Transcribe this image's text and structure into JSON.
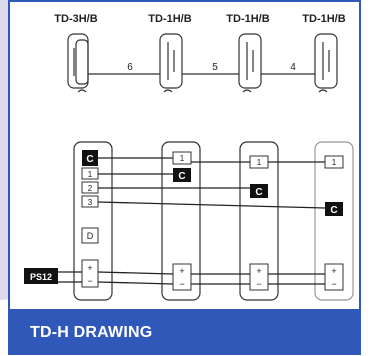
{
  "devices": [
    {
      "label": "TD-3H/B"
    },
    {
      "label": "TD-1H/B"
    },
    {
      "label": "TD-1H/B"
    },
    {
      "label": "TD-1H/B"
    }
  ],
  "links": [
    "6",
    "5",
    "4"
  ],
  "terminals": {
    "c": "C",
    "one": "1",
    "two": "2",
    "three": "3",
    "d": "D",
    "plus": "+",
    "minus": "−"
  },
  "power_supply": "PS12",
  "caption": "TD-H DRAWING",
  "colors": {
    "accent": "#2f58b8",
    "background_swoosh": "#ddd9ec"
  }
}
